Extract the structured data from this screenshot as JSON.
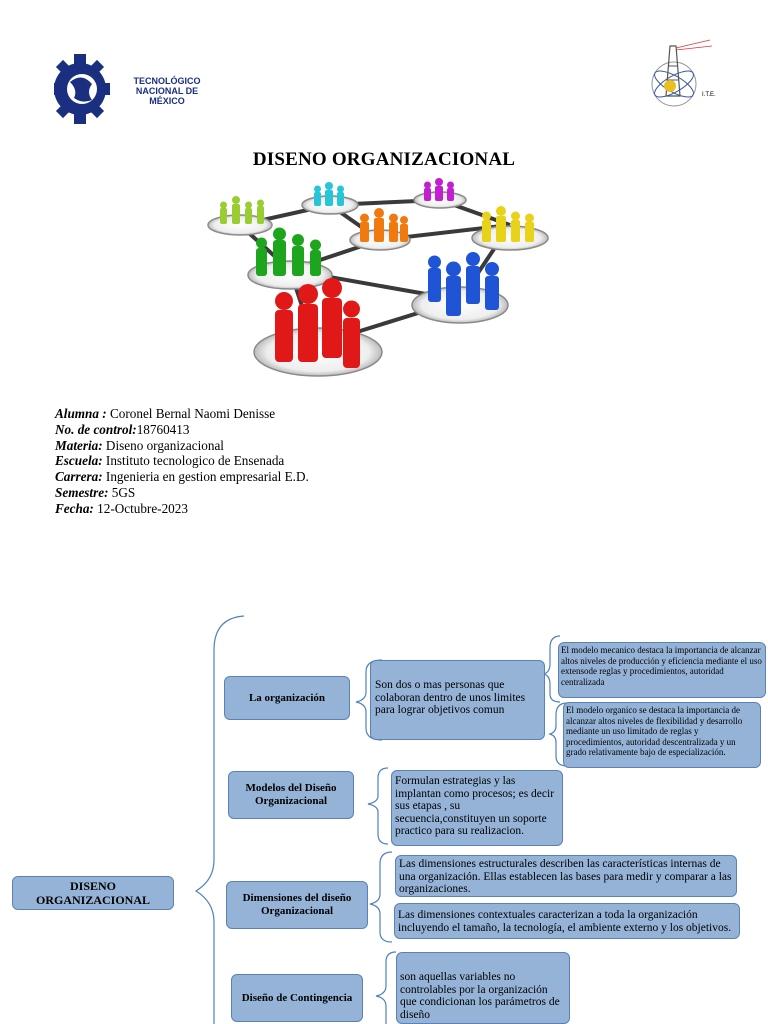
{
  "header": {
    "left_logo": {
      "line1": "TECNOLÓGICO",
      "line2": "NACIONAL DE MÉXICO"
    },
    "right_logo": {
      "text": "I.T.E."
    }
  },
  "title": "DISENO ORGANIZACIONAL",
  "info": [
    {
      "label": "Alumna :",
      "value": " Coronel Bernal Naomi Denisse"
    },
    {
      "label": "No. de control:",
      "value": "18760413"
    },
    {
      "label": "Materia:",
      "value": " Diseno organizacional"
    },
    {
      "label": "Escuela:",
      "value": " Instituto tecnologico de Ensenada"
    },
    {
      "label": "Carrera:",
      "value": " Ingenieria en gestion empresarial E.D."
    },
    {
      "label": "Semestre:",
      "value": " 5GS"
    },
    {
      "label": "Fecha:",
      "value": " 12-Octubre-2023"
    }
  ],
  "diagram": {
    "root": "DISENO ORGANIZACIONAL",
    "branches": [
      {
        "label": "La organización"
      },
      {
        "label": "Modelos del Diseño Organizacional"
      },
      {
        "label": "Dimensiones del diseño Organizacional"
      },
      {
        "label": "Diseño de Contingencia"
      }
    ],
    "details": {
      "organizacion": "Son dos o mas personas que colaboran dentro de unos  limites para lograr objetivos comun",
      "mecanico": "El modelo mecanico destaca la importancia de alcanzar altos niveles de producción y eficiencia  mediante el uso extensode reglas y procedimientos, autoridad centralizada",
      "organico": "El modelo organico se destaca la importancia de  alcanzar altos niveles de flexibilidad y desarrollo mediante un uso limitado de reglas y procedimientos, autoridad descentralizada y un grado relativamente bajo de especialización.",
      "modelos": "Formulan estrategias y las implantan como procesos; es decir sus etapas , su secuencia,constituyen un soporte practico para su realizacion.",
      "estructurales": "Las dimensiones estructurales describen las características  internas de una organización. Ellas establecen las bases  para medir y comparar a las organizaciones.",
      "contextuales": "Las dimensiones contextuales caracterizan a toda la organización incluyendo el tamaño, la tecnología, el ambiente externo y los objetivos.",
      "contingencia": "son aquellas variables no controlables por la organización que condicionan  los parámetros de diseño"
    }
  }
}
